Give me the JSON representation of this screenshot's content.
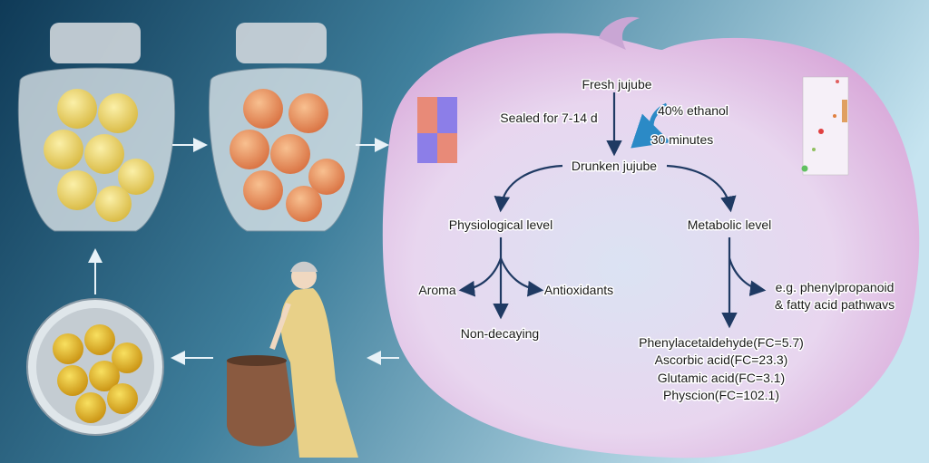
{
  "flow": {
    "fresh": "Fresh jujube",
    "sealed": "Sealed for 7-14 d",
    "ethanol": "40% ethanol",
    "minutes": "30 minutes",
    "drunken": "Drunken jujube",
    "physiological": "Physiological level",
    "metabolic": "Metabolic level",
    "aroma": "Aroma",
    "antioxidants": "Antioxidants",
    "non_decaying": "Non-decaying",
    "pathways": [
      "e.g. phenylpropanoid",
      "& fatty acid pathwavs"
    ],
    "metabolites": [
      "Phenylacetaldehyde(FC=5.7)",
      "Ascorbic acid(FC=23.3)",
      "Glutamic acid(FC=3.1)",
      "Physcion(FC=102.1)"
    ]
  },
  "colors": {
    "bg_dark": "#0f3a57",
    "bg_light": "#bfe0ee",
    "jujube_fill": "#ead8f0",
    "arrow": "#1f3a63",
    "fresh_fruit": "#f0d870",
    "drunk_fruit": "#f0a070"
  }
}
